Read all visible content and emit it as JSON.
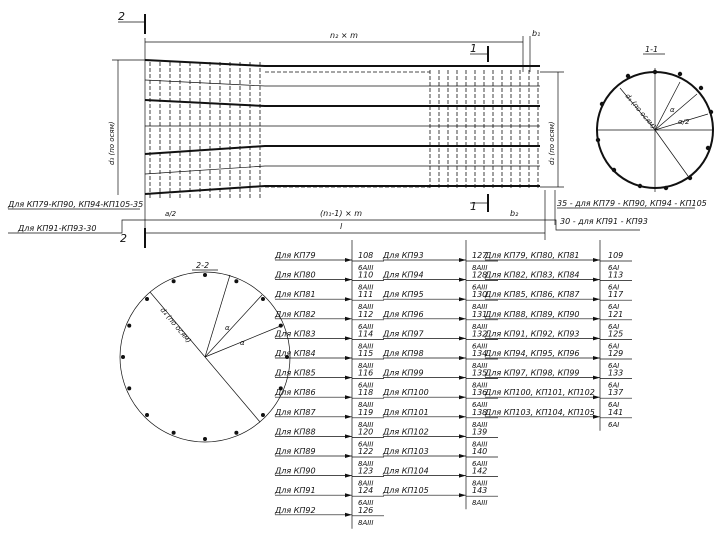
{
  "drawing": {
    "section_mark_2": "2",
    "section_mark_1": "1",
    "top_dim": "n₂ × m",
    "b1": "b₁",
    "b2": "b₂",
    "bottom_dim": "(n₁-1) × m",
    "length": "l",
    "d3": "d₃ (по осям)",
    "d2": "d₂ (по осям)",
    "left_note_1": "Для КП79-КП90, КП94-КП105-35",
    "left_note_2": "Для КП91-КП93-30",
    "right_note_1": "35 - для КП79 - КП90, КП94 - КП105",
    "right_note_2": "30 - для КП91 - КП93",
    "small_dim": "a/2"
  },
  "section_1_1": {
    "title": "1-1",
    "d1": "d₁ (по осям)",
    "alpha": "α",
    "alpha_half": "α/2"
  },
  "section_2_2": {
    "title": "2-2",
    "d4": "d₄ (по осям)",
    "alpha": "α"
  },
  "callouts": {
    "col1": [
      {
        "label": "Для КП79",
        "num": "108",
        "bar": "6AIII"
      },
      {
        "label": "Для КП80",
        "num": "110",
        "bar": "8AIII"
      },
      {
        "label": "Для КП81",
        "num": "111",
        "bar": "8AIII"
      },
      {
        "label": "Для КП82",
        "num": "112",
        "bar": "6AIII"
      },
      {
        "label": "Для КП83",
        "num": "114",
        "bar": "8AIII"
      },
      {
        "label": "Для КП84",
        "num": "115",
        "bar": "8AIII"
      },
      {
        "label": "Для КП85",
        "num": "116",
        "bar": "6AIII"
      },
      {
        "label": "Для КП86",
        "num": "118",
        "bar": "8AIII"
      },
      {
        "label": "Для КП87",
        "num": "119",
        "bar": "8AIII"
      },
      {
        "label": "Для КП88",
        "num": "120",
        "bar": "6AIII"
      },
      {
        "label": "Для КП89",
        "num": "122",
        "bar": "8AIII"
      },
      {
        "label": "Для КП90",
        "num": "123",
        "bar": "8AIII"
      },
      {
        "label": "Для КП91",
        "num": "124",
        "bar": "6AIII"
      },
      {
        "label": "Для КП92",
        "num": "126",
        "bar": "8AIII"
      }
    ],
    "col2": [
      {
        "label": "Для КП93",
        "num": "127",
        "bar": "8AIII"
      },
      {
        "label": "Для КП94",
        "num": "128",
        "bar": "6AIII"
      },
      {
        "label": "Для КП95",
        "num": "130",
        "bar": "8AIII"
      },
      {
        "label": "Для КП96",
        "num": "131",
        "bar": "8AIII"
      },
      {
        "label": "Для КП97",
        "num": "132",
        "bar": "6AIII"
      },
      {
        "label": "Для КП98",
        "num": "134",
        "bar": "8AIII"
      },
      {
        "label": "Для КП99",
        "num": "135",
        "bar": "8AIII"
      },
      {
        "label": "Для КП100",
        "num": "136",
        "bar": "6AIII"
      },
      {
        "label": "Для КП101",
        "num": "138",
        "bar": "8AIII"
      },
      {
        "label": "Для КП102",
        "num": "139",
        "bar": "8AIII"
      },
      {
        "label": "Для КП103",
        "num": "140",
        "bar": "6AIII"
      },
      {
        "label": "Для КП104",
        "num": "142",
        "bar": "8AIII"
      },
      {
        "label": "Для КП105",
        "num": "143",
        "bar": "8AIII"
      }
    ],
    "col3": [
      {
        "label": "Для КП79, КП80, КП81",
        "num": "109",
        "bar": "6AI"
      },
      {
        "label": "Для КП82, КП83, КП84",
        "num": "113",
        "bar": "6AI"
      },
      {
        "label": "Для КП85, КП86, КП87",
        "num": "117",
        "bar": "6AI"
      },
      {
        "label": "Для КП88, КП89, КП90",
        "num": "121",
        "bar": "6AI"
      },
      {
        "label": "Для КП91, КП92, КП93",
        "num": "125",
        "bar": "6AI"
      },
      {
        "label": "Для КП94, КП95, КП96",
        "num": "129",
        "bar": "6AI"
      },
      {
        "label": "Для КП97, КП98, КП99",
        "num": "133",
        "bar": "6AI"
      },
      {
        "label": "Для КП100, КП101, КП102",
        "num": "137",
        "bar": "6AI"
      },
      {
        "label": "Для КП103, КП104, КП105",
        "num": "141",
        "bar": "6AI"
      }
    ]
  }
}
